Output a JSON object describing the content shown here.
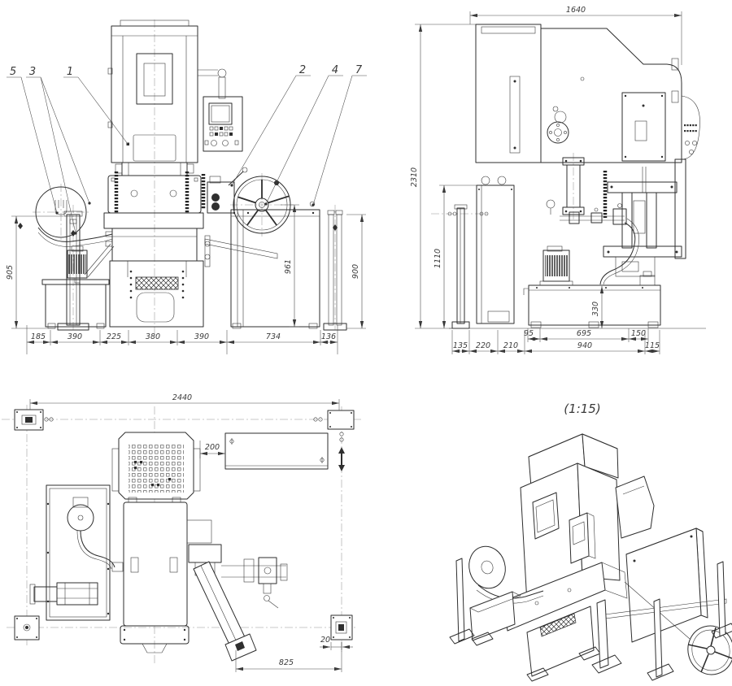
{
  "page": {
    "background": "#ffffff",
    "ink": "#2e2e2e"
  },
  "views": {
    "front": {
      "callouts": [
        "5",
        "3",
        "1",
        "2",
        "4",
        "7"
      ],
      "dims_bottom": [
        "185",
        "390",
        "225",
        "380",
        "390",
        "734",
        "136"
      ],
      "dim_left_height": "905",
      "dim_mid_height": "961",
      "dim_right_height": "900"
    },
    "side": {
      "dim_top_width": "1640",
      "dim_overall_height": "2310",
      "dim_cabinet_height": "1110",
      "dim_tank_height": "330",
      "dims_bottom_upper": [
        "95",
        "695",
        "150"
      ],
      "dims_bottom_lower": [
        "135",
        "220",
        "210",
        "940",
        "115"
      ]
    },
    "plan": {
      "dim_top_width": "2440",
      "dim_gap": "200",
      "dim_bottom": "825",
      "dim_foot_offset": "20"
    },
    "iso": {
      "scale_label": "(1:15)"
    }
  }
}
